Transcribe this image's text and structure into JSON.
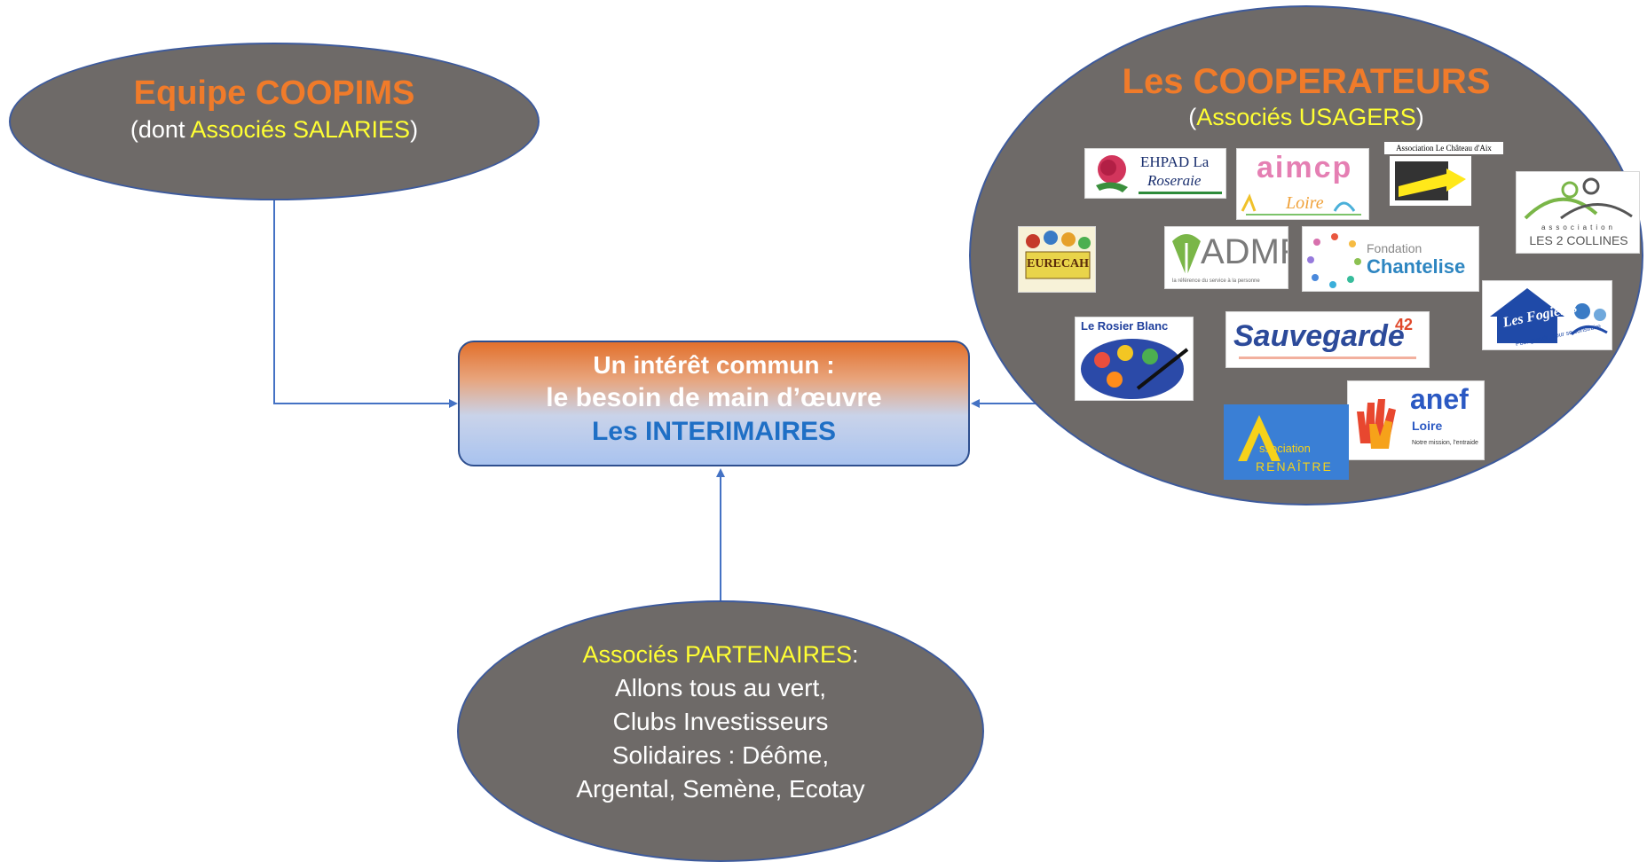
{
  "team": {
    "title": "Equipe COOPIMS",
    "subtitle_pre": "(dont ",
    "subtitle_highlight": "Associés SALARIES",
    "subtitle_post": ")"
  },
  "center": {
    "line1": "Un intérêt commun :",
    "line2": "le besoin de main d’œuvre",
    "line3": "Les INTERIMAIRES"
  },
  "cooperateurs": {
    "title": "Les COOPERATEURS",
    "subtitle_pre": "(",
    "subtitle_highlight": "Associés USAGERS",
    "subtitle_post": ")",
    "logos": {
      "ehpad_line1": "EHPAD La",
      "ehpad_line2": "Roseraie",
      "aimcp": "aimcp",
      "aimcp_sub": "Loire",
      "chateau": "Association Le Château d'Aix",
      "collines_top": "association",
      "collines": "LES 2 COLLINES",
      "eurecah": "EURECAH",
      "admr": "ADMR",
      "admr_sub": "la référence du service à la personne",
      "fondation": "Fondation",
      "chantelise": "Chantelise",
      "fogieres": "Les Fogières",
      "fogieres_sub": "Pour grandir, pour se construire",
      "rosier": "Le Rosier Blanc",
      "sauvegarde": "Sauvegarde",
      "sauvegarde_num": "42",
      "anef": "anef",
      "anef_loire": "Loire",
      "anef_sub": "Notre mission, l'entraide",
      "renaitre_1": "ssociation",
      "renaitre_2": "RENAÎTRE"
    }
  },
  "partners": {
    "title": "Associés PARTENAIRES",
    "title_suffix": ":",
    "lines": [
      "Allons tous au vert,",
      "Clubs Investisseurs",
      "Solidaires : Déôme,",
      "Argental, Semène, Ecotay"
    ]
  },
  "colors": {
    "ellipse_fill": "#6e6a68",
    "ellipse_border": "#3d5a9c",
    "orange": "#f07b2a",
    "yellow": "#ffff33",
    "blue_text": "#1f6fc5",
    "arrow": "#4472c4"
  }
}
